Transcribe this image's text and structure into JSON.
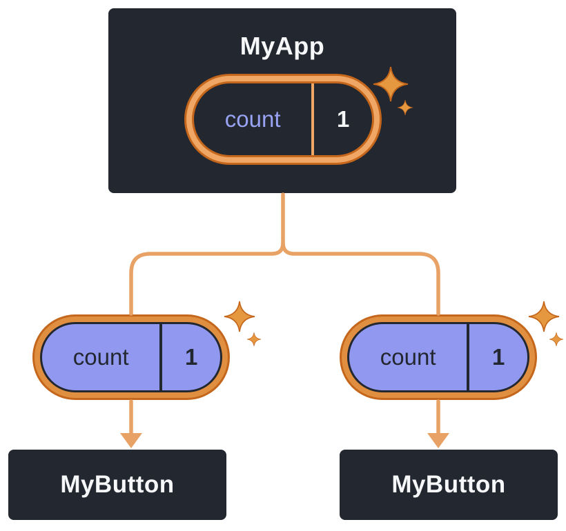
{
  "colors": {
    "box-bg": "#23272F",
    "box-border": "#FFFFFF",
    "text-light": "#F6F7F9",
    "lavender-text": "#99A3F3",
    "pill-fill": "#9198F0",
    "orange-dark": "#C4661B",
    "orange-light": "#F0A765",
    "orange-mid": "#E08F41",
    "connector": "#E8A265",
    "sparkle": "#E59840"
  },
  "root": {
    "title": "MyApp",
    "pill": {
      "key": "count",
      "value": "1"
    }
  },
  "children": [
    {
      "title": "MyButton",
      "pill": {
        "key": "count",
        "value": "1"
      }
    },
    {
      "title": "MyButton",
      "pill": {
        "key": "count",
        "value": "1"
      }
    }
  ]
}
